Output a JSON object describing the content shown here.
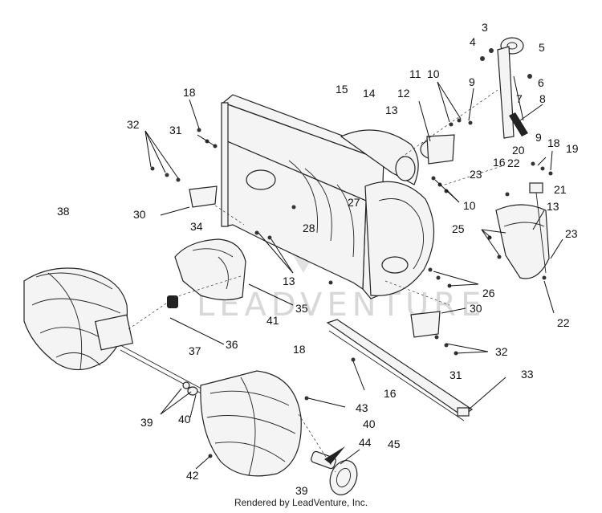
{
  "footer": "Rendered by LeadVenture, Inc.",
  "watermark": "LEADVENTURE",
  "callouts": [
    {
      "id": "c3",
      "label": "3"
    },
    {
      "id": "c4",
      "label": "4"
    },
    {
      "id": "c5",
      "label": "5"
    },
    {
      "id": "c6",
      "label": "6"
    },
    {
      "id": "c7",
      "label": "7"
    },
    {
      "id": "c8",
      "label": "8"
    },
    {
      "id": "c9a",
      "label": "9"
    },
    {
      "id": "c9b",
      "label": "9"
    },
    {
      "id": "c10a",
      "label": "10"
    },
    {
      "id": "c10b",
      "label": "10"
    },
    {
      "id": "c11",
      "label": "11"
    },
    {
      "id": "c12",
      "label": "12"
    },
    {
      "id": "c13a",
      "label": "13"
    },
    {
      "id": "c13b",
      "label": "13"
    },
    {
      "id": "c13c",
      "label": "13"
    },
    {
      "id": "c14",
      "label": "14"
    },
    {
      "id": "c15",
      "label": "15"
    },
    {
      "id": "c16a",
      "label": "16"
    },
    {
      "id": "c16b",
      "label": "16"
    },
    {
      "id": "c18a",
      "label": "18"
    },
    {
      "id": "c18b",
      "label": "18"
    },
    {
      "id": "c18c",
      "label": "18"
    },
    {
      "id": "c19",
      "label": "19"
    },
    {
      "id": "c20",
      "label": "20"
    },
    {
      "id": "c21",
      "label": "21"
    },
    {
      "id": "c22a",
      "label": "22"
    },
    {
      "id": "c22b",
      "label": "22"
    },
    {
      "id": "c23a",
      "label": "23"
    },
    {
      "id": "c23b",
      "label": "23"
    },
    {
      "id": "c25",
      "label": "25"
    },
    {
      "id": "c26",
      "label": "26"
    },
    {
      "id": "c27",
      "label": "27"
    },
    {
      "id": "c28",
      "label": "28"
    },
    {
      "id": "c30a",
      "label": "30"
    },
    {
      "id": "c30b",
      "label": "30"
    },
    {
      "id": "c31a",
      "label": "31"
    },
    {
      "id": "c31b",
      "label": "31"
    },
    {
      "id": "c32a",
      "label": "32"
    },
    {
      "id": "c32b",
      "label": "32"
    },
    {
      "id": "c33",
      "label": "33"
    },
    {
      "id": "c34",
      "label": "34"
    },
    {
      "id": "c35",
      "label": "35"
    },
    {
      "id": "c36",
      "label": "36"
    },
    {
      "id": "c37",
      "label": "37"
    },
    {
      "id": "c38",
      "label": "38"
    },
    {
      "id": "c39a",
      "label": "39"
    },
    {
      "id": "c39b",
      "label": "39"
    },
    {
      "id": "c40a",
      "label": "40"
    },
    {
      "id": "c40b",
      "label": "40"
    },
    {
      "id": "c41",
      "label": "41"
    },
    {
      "id": "c42",
      "label": "42"
    },
    {
      "id": "c43",
      "label": "43"
    },
    {
      "id": "c44",
      "label": "44"
    },
    {
      "id": "c45",
      "label": "45"
    }
  ]
}
